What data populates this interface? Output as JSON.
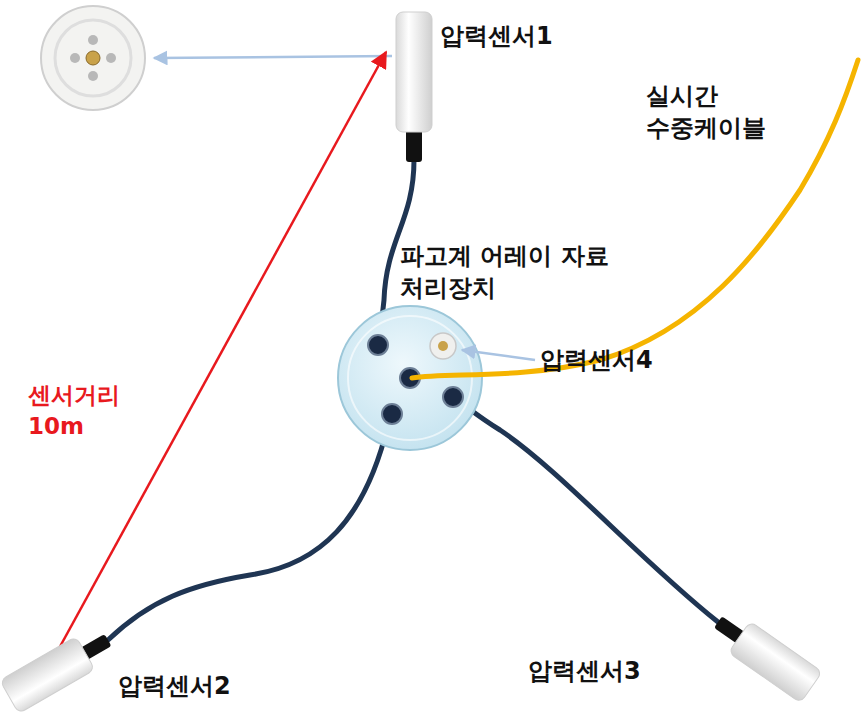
{
  "diagram": {
    "labels": [
      "압력센서1",
      "실시간 수중케이블",
      "파고계 어레이 자료 처리장치",
      "압력센서4",
      "센서거리 10m",
      "압력센서2",
      "압력센서3"
    ]
  }
}
